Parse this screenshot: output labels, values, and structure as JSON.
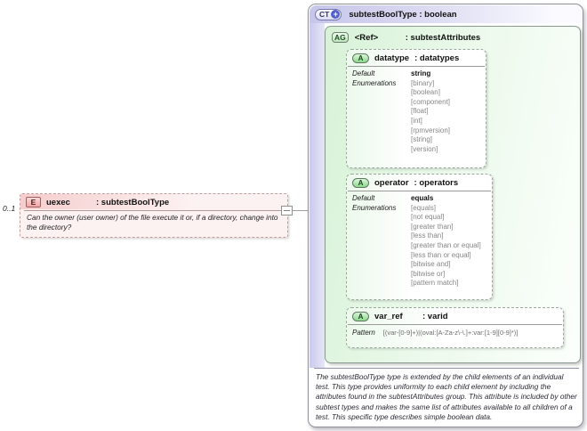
{
  "diagram": {
    "cardinality": "0..1",
    "element": {
      "badge": "E",
      "name": "uexec",
      "type_suffix": ": subtestBoolType",
      "annotation": "Can the owner (user owner) of the file execute it or, if a directory, change into the directory?"
    },
    "complex_type": {
      "badge": "CT",
      "plus_icon": "+",
      "title": "subtestBoolType : boolean",
      "attribute_group": {
        "badge": "AG",
        "name": "<Ref>",
        "type_suffix": ": subtestAttributes",
        "attributes": [
          {
            "badge": "A",
            "name": "datatype",
            "type_suffix": ": datatypes",
            "default": "string",
            "enums": [
              "[binary]",
              "[boolean]",
              "[component]",
              "[float]",
              "[int]",
              "[rpmversion]",
              "[string]",
              "[version]"
            ]
          },
          {
            "badge": "A",
            "name": "operator",
            "type_suffix": ": operators",
            "default": "equals",
            "enums": [
              "[equals]",
              "[not equal]",
              "[greater than]",
              "[less than]",
              "[greater than or equal]",
              "[less than or equal]",
              "[bitwise and]",
              "[bitwise or]",
              "[pattern match]"
            ]
          },
          {
            "badge": "A",
            "name": "var_ref",
            "type_suffix": ": varid",
            "pattern": "[(var-[0-9]+)|(oval:[A-Za-z\\-\\.]+:var:[1-9][0-9]*)]"
          }
        ]
      },
      "description": "The subtestBoolType type is extended by the child elements of an individual test.  This type provides uniformity to each child element by including the attributes found in the subtestAttributes group.  This attribute is included by other subtest types and makes the same list of attributes available to all children of a test.  This specific type describes simple boolean data."
    },
    "facet_labels": {
      "default": "Default",
      "enumerations": "Enumerations",
      "pattern": "Pattern"
    },
    "colors": {
      "lavender": "#c9c9eb",
      "green": "#d9f3d9",
      "pink": "#f5d2d2",
      "border_gray": "#999999",
      "enum_gray": "#878787"
    }
  }
}
